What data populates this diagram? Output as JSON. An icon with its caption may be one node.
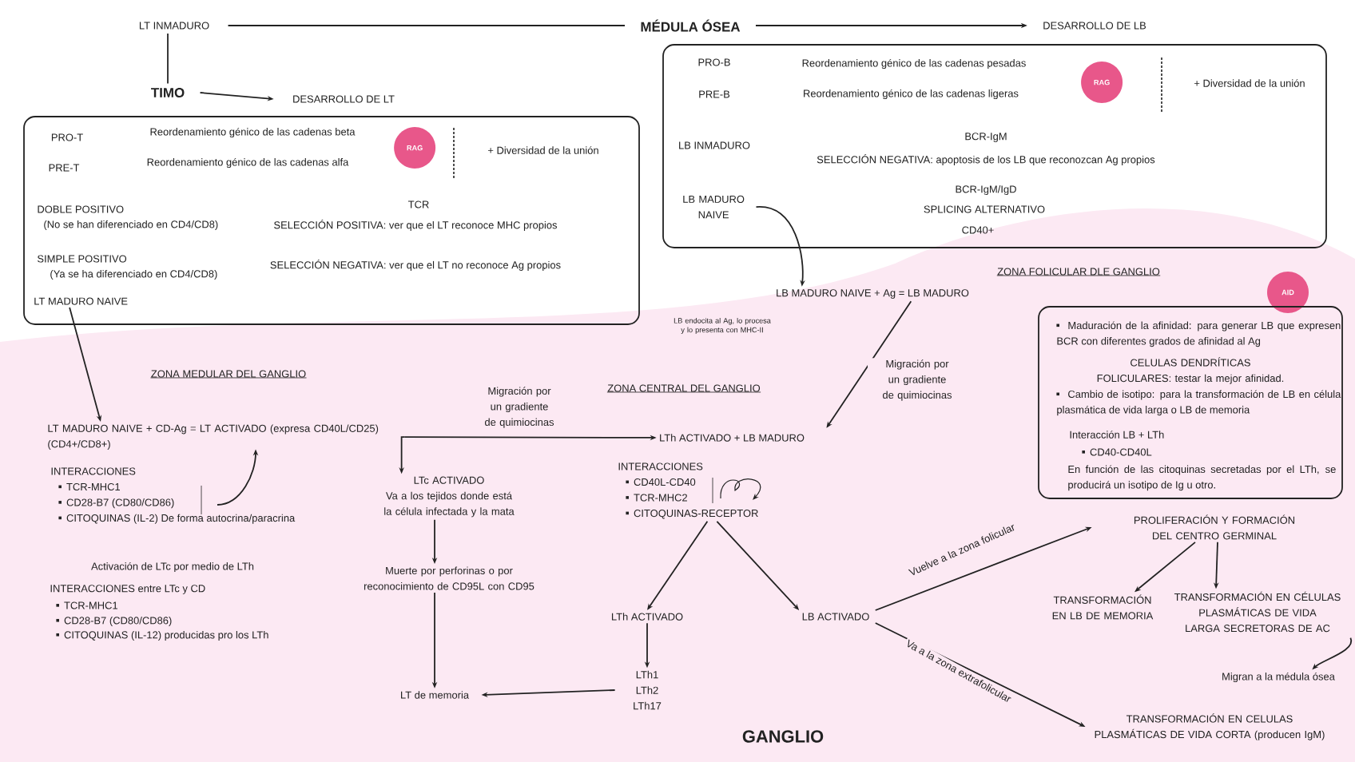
{
  "diagram": {
    "nodes": [
      {
        "text": [
          "MÉDULA ÓSEA"
        ]
      },
      {
        "text": [
          "LT INMADURO"
        ]
      },
      {
        "text": [
          "DESARROLLO DE LB"
        ]
      },
      {
        "text": [
          "TIMO"
        ]
      },
      {
        "text": [
          "DESARROLLO DE LT"
        ]
      },
      {
        "text": [],
        "shape": "box"
      },
      {
        "text": [
          "RAG"
        ],
        "in": 5
      },
      {
        "text": [
          "LT MADURO NAIVE"
        ],
        "in": 5
      },
      {
        "text": [],
        "shape": "box"
      },
      {
        "text": [
          "RAG"
        ],
        "in": 8
      },
      {
        "text": [
          "LB MADURO NAIVE"
        ],
        "in": 8
      },
      {
        "text": [
          "LB MADURO NAIVE + Ag  = LB MADURO"
        ]
      },
      {
        "text": [
          "LT MADURO NAIVE + CD-Ag = LT ACTIVADO (expresa CD40L/CD25) (CD4+/CD8+)"
        ]
      },
      {
        "text": [
          "INTERACCIONES",
          "TCR-MHC1",
          "CD28-B7 (CD80/CD86)",
          "CITOQUINAS (IL-2) De forma autocrina/paracrina"
        ]
      },
      {
        "text": [
          "LTc ACTIVADO",
          "Va a los tejidos donde está la célula infectada y la mata"
        ]
      },
      {
        "text": [
          "Muerte por perforinas o por reconocimiento de CD95L con CD95"
        ]
      },
      {
        "text": [
          "LT de memoria"
        ]
      },
      {
        "text": [
          "LTh ACTIVADO + LB MADURO"
        ]
      },
      {
        "text": [
          "INTERACCIONES",
          "CD40L-CD40",
          "TCR-MHC2",
          "CITOQUINAS-RECEPTOR"
        ]
      },
      {
        "text": [
          "LTh ACTIVADO"
        ]
      },
      {
        "text": [
          "LB ACTIVADO"
        ]
      },
      {
        "text": [
          "LTh1 LTh2 LTh17"
        ]
      },
      {
        "text": [
          "AID"
        ]
      },
      {
        "text": [],
        "shape": "box"
      },
      {
        "text": [
          "PROLIFERACIÓN Y FORMACIÓN DEL CENTRO GERMINAL"
        ]
      },
      {
        "text": [
          "TRANSFORMACIÓN EN LB DE MEMORIA"
        ]
      },
      {
        "text": [
          "TRANSFORMACIÓN EN CÉLULAS PLASMÁTICAS DE VIDA LARGA SECRETORAS DE AC"
        ]
      },
      {
        "text": [
          "Migran a la médula ósea"
        ]
      },
      {
        "text": [
          "TRANSFORMACIÓN EN CELULAS PLASMÁTICAS DE VIDA CORTA  (producen IgM)"
        ]
      }
    ],
    "edges": [
      {
        "from": 0,
        "to": 1,
        "arrow": "none"
      },
      {
        "from": 0,
        "to": 2,
        "arrow": "to"
      },
      {
        "from": 1,
        "to": 3,
        "arrow": "none"
      },
      {
        "from": 3,
        "to": 4,
        "arrow": "to"
      },
      {
        "from": 7,
        "to": 12,
        "arrow": "to"
      },
      {
        "from": 10,
        "to": 11,
        "arrow": "to"
      },
      {
        "from": 11,
        "to": 17,
        "arrow": "to",
        "label": "Migración por un gradiente de quimiocinas"
      },
      {
        "from": 13,
        "to": 12,
        "arrow": "to"
      },
      {
        "from": 12,
        "to": 17,
        "arrow": "to",
        "label": "Migración por un gradiente de quimiocinas"
      },
      {
        "from": 12,
        "to": 14,
        "arrow": "to"
      },
      {
        "from": 14,
        "to": 15,
        "arrow": "to"
      },
      {
        "from": 15,
        "to": 16,
        "arrow": "to"
      },
      {
        "from": 21,
        "to": 16,
        "arrow": "to"
      },
      {
        "from": 18,
        "to": 19,
        "arrow": "to"
      },
      {
        "from": 18,
        "to": 20,
        "arrow": "to"
      },
      {
        "from": 19,
        "to": 21,
        "arrow": "to"
      },
      {
        "from": 20,
        "to": 24,
        "arrow": "to",
        "label": "Vuelve a la zona folicular"
      },
      {
        "from": 20,
        "to": 28,
        "arrow": "to",
        "label": "Va a la zona extrafolicular"
      },
      {
        "from": 24,
        "to": 25,
        "arrow": "to"
      },
      {
        "from": 24,
        "to": 26,
        "arrow": "to"
      },
      {
        "from": 26,
        "to": 27,
        "arrow": "to"
      }
    ],
    "labels": [
      "PRO-T",
      "Reordenamiento génico de las cadenas beta",
      "PRE-T",
      "Reordenamiento génico de las cadenas alfa",
      "+ Diversidad de la unión",
      "DOBLE POSITIVO",
      "(No se han diferenciado en CD4/CD8)",
      "TCR",
      "SELECCIÓN POSITIVA: ver que el LT reconoce MHC propios",
      "SIMPLE POSITIVO",
      "(Ya se ha diferenciado en CD4/CD8)",
      "SELECCIÓN NEGATIVA: ver que el LT no reconoce Ag propios",
      "PRO-B",
      "Reordenamiento génico de las cadenas pesadas",
      "PRE-B",
      "Reordenamiento génico de las cadenas ligeras",
      "+ Diversidad de la unión",
      "LB INMADURO",
      "BCR-IgM",
      "SELECCIÓN NEGATIVA: apoptosis de los LB que reconozcan Ag propios",
      "BCR-IgM/IgD",
      "SPLICING ALTERNATIVO",
      "CD40+",
      "ZONA FOLICULAR DLE GANGLIO",
      "LB endocita al Ag, lo procesa y lo presenta con MHC-II",
      "ZONA MEDULAR DEL GANGLIO",
      "ZONA CENTRAL DEL GANGLIO",
      "Maduración de la afinidad: para generar LB que expresen BCR con diferentes grados de afinidad al Ag",
      "CELULAS DENDRÍTICAS FOLICULARES: testar la mejor afinidad.",
      "Cambio de isotipo: para la transformación de LB en célula plasmática de vida larga o LB de memoria",
      "Interacción LB + LTh",
      "CD40-CD40L",
      "En función de las citoquinas secretadas por el LTh, se producirá un isotipo de Ig u otro.",
      "Activación de LTc por medio de LTh",
      "INTERACCIONES entre LTc y CD",
      "TCR-MHC1",
      "CD28-B7 (CD80/CD86)",
      "CITOQUINAS (IL-12) producidas pro los LTh",
      "GANGLIO"
    ]
  }
}
